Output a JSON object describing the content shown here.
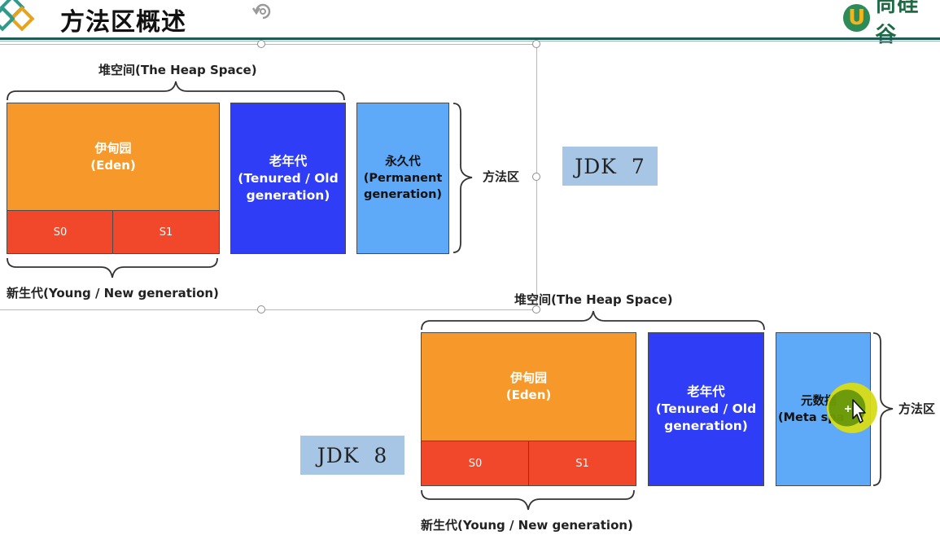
{
  "header": {
    "title": "方法区概述",
    "brand_mark": "U",
    "brand_text": "尚硅谷"
  },
  "jdk7": {
    "heap_label": "堆空间(The Heap Space)",
    "eden_line1": "伊甸园",
    "eden_line2": "(Eden)",
    "s0": "S0",
    "s1": "S1",
    "old_line1": "老年代",
    "old_line2": "(Tenured / Old",
    "old_line3": "generation)",
    "perm_line1": "永久代",
    "perm_line2": "(Permanent",
    "perm_line3": "generation)",
    "method_area": "方法区",
    "young_label": "新生代(Young / New generation)",
    "version": "JDK  7"
  },
  "jdk8": {
    "heap_label": "堆空间(The Heap Space)",
    "eden_line1": "伊甸园",
    "eden_line2": "(Eden)",
    "s0": "S0",
    "s1": "S1",
    "old_line1": "老年代",
    "old_line2": "(Tenured / Old",
    "old_line3": "generation)",
    "meta_line1": "元数据",
    "meta_line2": "(Meta spa",
    "method_area": "方法区",
    "young_label": "新生代(Young / New generation)",
    "version": "JDK  8"
  },
  "colors": {
    "eden": "#f7992a",
    "survivor": "#f1482b",
    "old_gen": "#2f3df6",
    "perm_meta": "#5eaaf9",
    "jdk_box": "#a7c6e6",
    "header_rule": "#1f5b55"
  },
  "icons": {
    "logo": "diamond-logo-icon",
    "rotate": "rotate-handle-icon",
    "cursor": "arrow-cursor-icon"
  }
}
